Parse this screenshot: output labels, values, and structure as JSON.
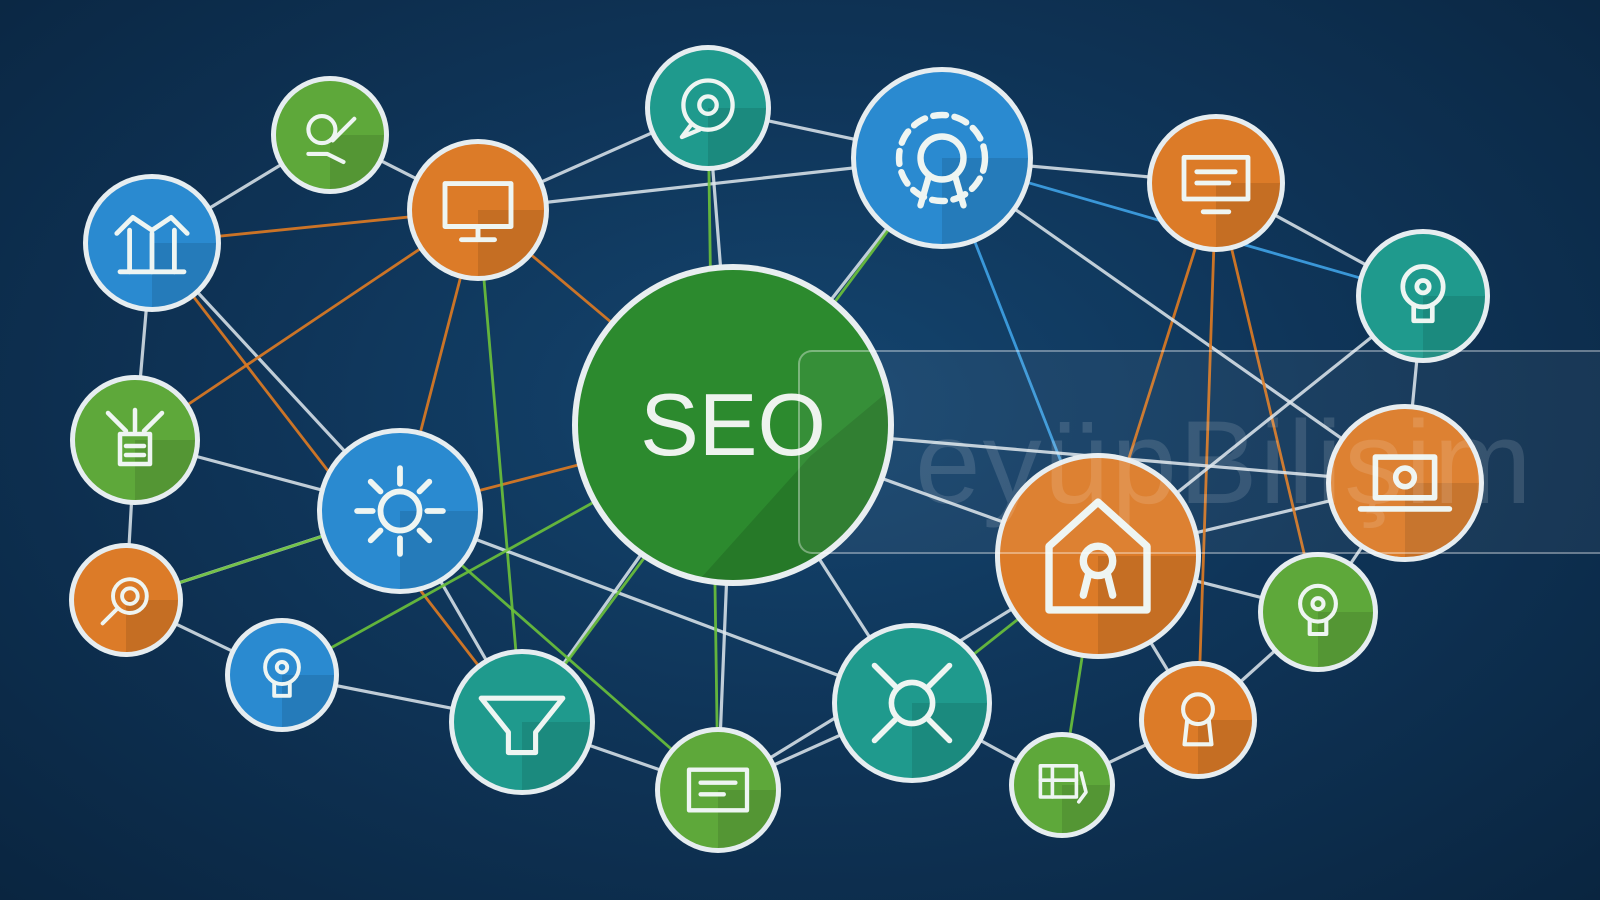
{
  "center": {
    "label": "SEO"
  },
  "watermark": {
    "text": "eyüpBilişim"
  },
  "colors": {
    "background": "#0e2f4e",
    "green": "#5ea83a",
    "blue": "#2a8ad0",
    "orange": "#dc7b28",
    "teal": "#1f9a8d",
    "center_green": "#2c8a2e",
    "edge": "#dfe8ee",
    "edge_orange": "#e07b22",
    "edge_green": "#6cc23a",
    "edge_blue": "#3fa2e6"
  },
  "nodes": [
    {
      "id": "n1",
      "color": "green",
      "icon": "puzzle-icon"
    },
    {
      "id": "n2",
      "color": "teal",
      "icon": "chat-bubble-icon"
    },
    {
      "id": "n3",
      "color": "blue",
      "icon": "gear-icon"
    },
    {
      "id": "n4",
      "color": "blue",
      "icon": "network-towers-icon"
    },
    {
      "id": "n5",
      "color": "orange",
      "icon": "monitor-icon"
    },
    {
      "id": "n6",
      "color": "orange",
      "icon": "document-screen-icon"
    },
    {
      "id": "n7",
      "color": "teal",
      "icon": "lightbulb-icon"
    },
    {
      "id": "n8",
      "color": "green",
      "icon": "robot-icon"
    },
    {
      "id": "n9",
      "color": "blue",
      "icon": "sun-icon"
    },
    {
      "id": "n10",
      "color": "orange",
      "icon": "search-icon"
    },
    {
      "id": "n11",
      "color": "blue",
      "icon": "lightbulb-idea-icon"
    },
    {
      "id": "n12",
      "color": "teal",
      "icon": "funnel-icon"
    },
    {
      "id": "n13",
      "color": "green",
      "icon": "document-icon"
    },
    {
      "id": "n14",
      "color": "teal",
      "icon": "target-icon"
    },
    {
      "id": "n15",
      "color": "orange",
      "icon": "house-award-icon"
    },
    {
      "id": "n16",
      "color": "orange",
      "icon": "laptop-icon"
    },
    {
      "id": "n17",
      "color": "green",
      "icon": "lightbulb-icon"
    },
    {
      "id": "n18",
      "color": "orange",
      "icon": "keyhole-icon"
    },
    {
      "id": "n19",
      "color": "green",
      "icon": "dashboard-icon"
    }
  ]
}
